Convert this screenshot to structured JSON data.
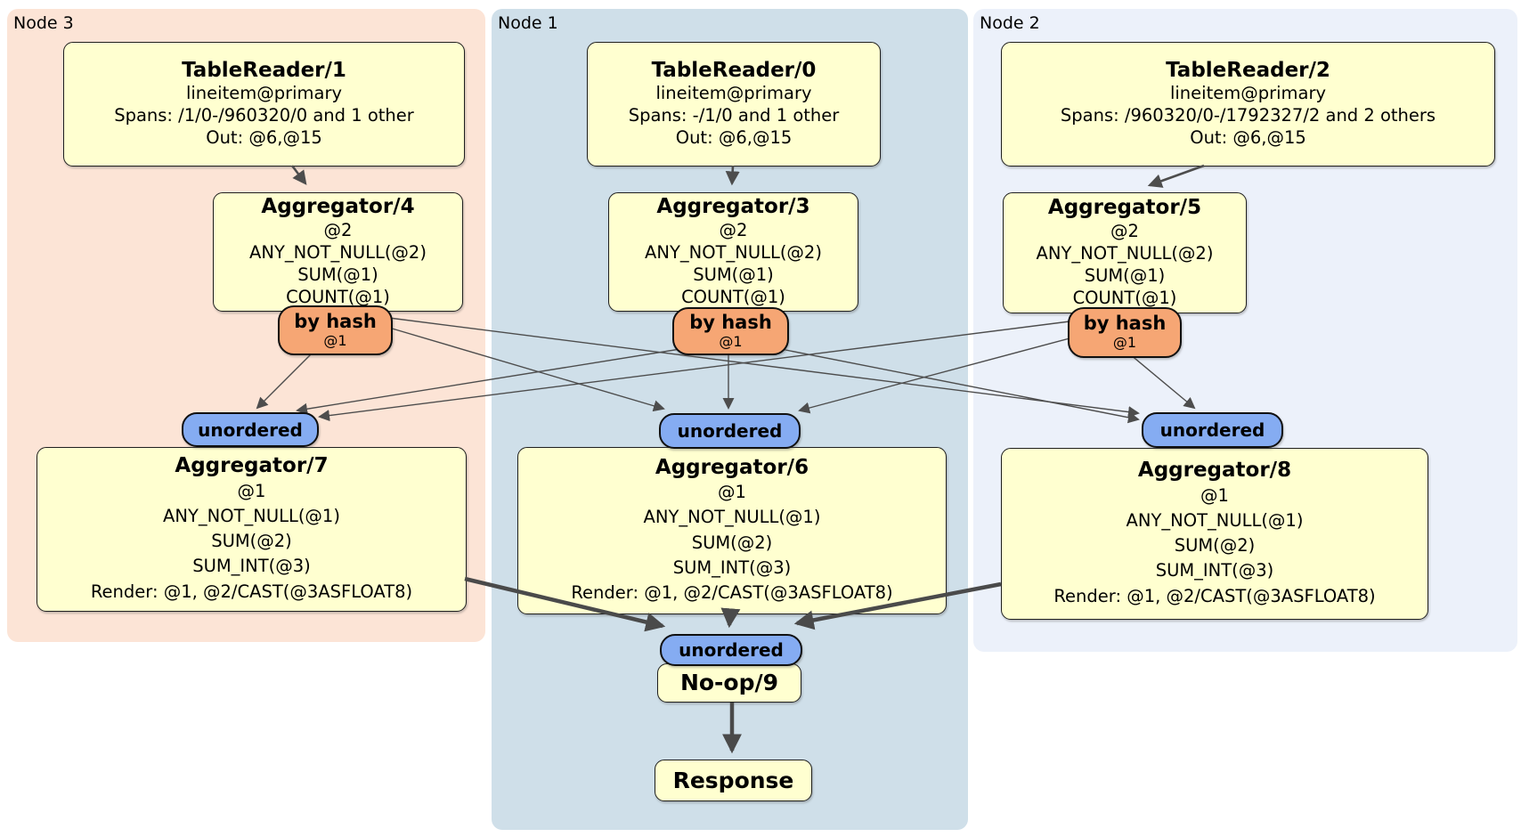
{
  "diagram": {
    "regions": [
      {
        "label": "Node 3"
      },
      {
        "label": "Node 1"
      },
      {
        "label": "Node 2"
      }
    ],
    "processors": {
      "tr1": {
        "title": "TableReader/1",
        "lines": [
          "lineitem@primary",
          "Spans: /1/0-/960320/0 and 1 other",
          "Out: @6,@15"
        ]
      },
      "tr0": {
        "title": "TableReader/0",
        "lines": [
          "lineitem@primary",
          "Spans: -/1/0 and 1 other",
          "Out: @6,@15"
        ]
      },
      "tr2": {
        "title": "TableReader/2",
        "lines": [
          "lineitem@primary",
          "Spans: /960320/0-/1792327/2 and 2 others",
          "Out: @6,@15"
        ]
      },
      "agg4": {
        "title": "Aggregator/4",
        "lines": [
          "@2",
          "ANY_NOT_NULL(@2)",
          "SUM(@1)",
          "COUNT(@1)"
        ]
      },
      "agg3": {
        "title": "Aggregator/3",
        "lines": [
          "@2",
          "ANY_NOT_NULL(@2)",
          "SUM(@1)",
          "COUNT(@1)"
        ]
      },
      "agg5": {
        "title": "Aggregator/5",
        "lines": [
          "@2",
          "ANY_NOT_NULL(@2)",
          "SUM(@1)",
          "COUNT(@1)"
        ]
      },
      "agg7": {
        "title": "Aggregator/7",
        "lines": [
          "@1",
          "ANY_NOT_NULL(@1)",
          "SUM(@2)",
          "SUM_INT(@3)",
          "Render: @1, @2/CAST(@3ASFLOAT8)"
        ]
      },
      "agg6": {
        "title": "Aggregator/6",
        "lines": [
          "@1",
          "ANY_NOT_NULL(@1)",
          "SUM(@2)",
          "SUM_INT(@3)",
          "Render: @1, @2/CAST(@3ASFLOAT8)"
        ]
      },
      "agg8": {
        "title": "Aggregator/8",
        "lines": [
          "@1",
          "ANY_NOT_NULL(@1)",
          "SUM(@2)",
          "SUM_INT(@3)",
          "Render: @1, @2/CAST(@3ASFLOAT8)"
        ]
      },
      "noop": {
        "title": "No-op/9"
      },
      "response": {
        "title": "Response"
      }
    },
    "router": {
      "label": "by hash",
      "detail": "@1"
    },
    "sync": {
      "label": "unordered"
    },
    "colors": {
      "node3_bg": "#fce4d6",
      "node1_bg": "#cfdfe9",
      "node2_bg": "#ecf1fa",
      "processor_fill": "#ffffd0",
      "router_fill": "#f6a674",
      "sync_fill": "#85acf2",
      "edge": "#4d4d4d"
    }
  }
}
